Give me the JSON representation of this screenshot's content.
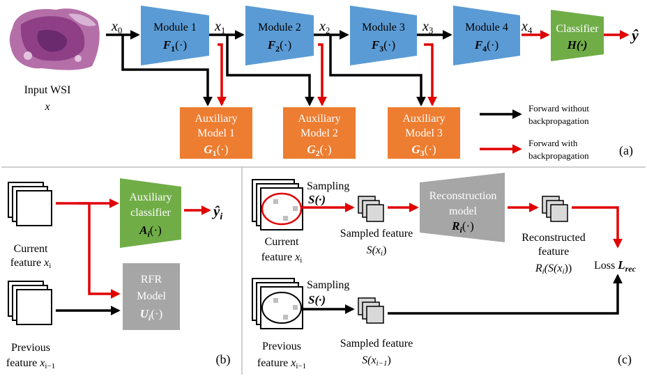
{
  "panel_a": {
    "input_label": "Input WSI",
    "input_var": "x",
    "x0": "x",
    "x0_sub": "0",
    "x1": "x",
    "x1_sub": "1",
    "x2": "x",
    "x2_sub": "2",
    "x3": "x",
    "x3_sub": "3",
    "x4": "x",
    "x4_sub": "4",
    "module1_title": "Module 1",
    "module1_fn": "F",
    "module1_sub": "1",
    "module1_arg": "(·)",
    "module2_title": "Module 2",
    "module2_fn": "F",
    "module2_sub": "2",
    "module2_arg": "(·)",
    "module3_title": "Module 3",
    "module3_fn": "F",
    "module3_sub": "3",
    "module3_arg": "(·)",
    "module4_title": "Module 4",
    "module4_fn": "F",
    "module4_sub": "4",
    "module4_arg": "(·)",
    "classifier_title": "Classifier",
    "classifier_fn": "H(·)",
    "output": "ŷ",
    "aux1_l1": "Auxiliary",
    "aux1_l2": "Model 1",
    "aux1_fn": "G",
    "aux1_sub": "1",
    "aux1_arg": "(·)",
    "aux2_l1": "Auxiliary",
    "aux2_l2": "Model 2",
    "aux2_fn": "G",
    "aux2_sub": "2",
    "aux2_arg": "(·)",
    "aux3_l1": "Auxiliary",
    "aux3_l2": "Model 3",
    "aux3_fn": "G",
    "aux3_sub": "3",
    "aux3_arg": "(·)",
    "legend_black_l1": "Forward without",
    "legend_black_l2": "backpropagation",
    "legend_red_l1": "Forward with",
    "legend_red_l2": "backpropagation",
    "tag": "(a)"
  },
  "panel_b": {
    "current_l1": "Current",
    "current_l2": "feature ",
    "current_var": "x",
    "current_sub": "i",
    "previous_l1": "Previous",
    "previous_l2": "feature ",
    "previous_var": "x",
    "previous_sub": "i−1",
    "aux_l1": "Auxiliary",
    "aux_l2": "classifier",
    "aux_fn": "A",
    "aux_sub": "i",
    "aux_arg": "(·)",
    "output": "ŷ",
    "output_sub": "i",
    "rfr_l1": "RFR",
    "rfr_l2": "Model",
    "rfr_fn": "U",
    "rfr_sub": "i",
    "rfr_arg": "(·)",
    "tag": "(b)"
  },
  "panel_c": {
    "sampling_top": "Sampling",
    "sampling_top_fn": "S(·)",
    "current_l1": "Current",
    "current_l2": "feature ",
    "current_var": "x",
    "current_sub": "i",
    "sampled_l1": "Sampled feature",
    "sampled_l2": "S(x",
    "sampled_sub": "i",
    "sampled_close": ")",
    "recon_l1": "Reconstruction",
    "recon_l2": "model",
    "recon_fn": "R",
    "recon_sub": "i",
    "recon_arg": "(·)",
    "reconstructed_l1": "Reconstructed",
    "reconstructed_l2": "feature",
    "reconstructed_l3": "R",
    "reconstructed_sub": "i",
    "reconstructed_rest": "(S(x",
    "reconstructed_sub2": "i",
    "reconstructed_end": "))",
    "loss_label": "Loss ",
    "loss_fn": "L",
    "loss_sub": "rec",
    "sampling_bottom": "Sampling",
    "sampling_bottom_fn": "S(·)",
    "previous_l1": "Previous",
    "previous_l2": "feature ",
    "previous_var": "x",
    "previous_sub": "i−1",
    "sampled_prev_l1": "Sampled feature",
    "sampled_prev_l2": "S(x",
    "sampled_prev_sub": "i−1",
    "sampled_prev_close": ")",
    "tag": "(c)"
  },
  "colors": {
    "module_blue": "#5B9BD5",
    "aux_orange": "#ED7D31",
    "classifier_green": "#70AD47",
    "gray_box": "#A6A6A6",
    "arrow_red": "#E00000",
    "arrow_black": "#000000",
    "divider": "#BFBFBF"
  }
}
